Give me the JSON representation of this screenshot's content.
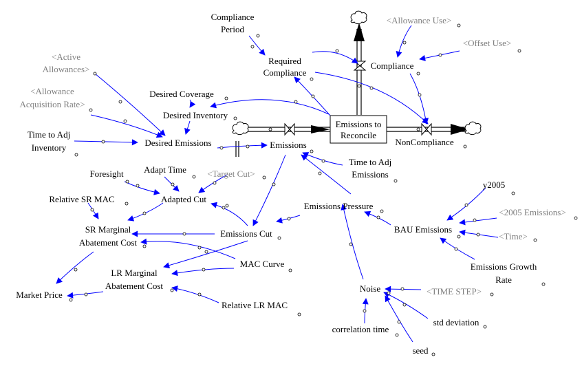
{
  "colors": {
    "arrow": "#0000ff",
    "variable_text": "#000000",
    "shadow_text": "#808080",
    "background": "#ffffff"
  },
  "stock": {
    "line1": "Emissions to",
    "line2": "Reconcile"
  },
  "variables": {
    "compliance_period": [
      "Compliance",
      "Period"
    ],
    "required_compliance": [
      "Required",
      "Compliance"
    ],
    "compliance": "Compliance",
    "noncompliance": "NonCompliance",
    "desired_coverage": "Desired Coverage",
    "desired_inventory": "Desired Inventory",
    "desired_emissions": "Desired Emissions",
    "time_to_adj_inventory": [
      "Time to Adj",
      "Inventory"
    ],
    "emissions": "Emissions",
    "time_to_adj_emissions": [
      "Time to Adj",
      "Emissions"
    ],
    "foresight": "Foresight",
    "adapt_time": "Adapt Time",
    "adapted_cut": "Adapted Cut",
    "relative_sr_mac": "Relative SR MAC",
    "sr_marginal_abatement_cost": [
      "SR Marginal",
      "Abatement Cost"
    ],
    "emissions_cut": "Emissions Cut",
    "emissions_pressure": "Emissions Pressure",
    "bau_emissions": "BAU Emissions",
    "y2005": "y2005",
    "emissions_growth_rate": [
      "Emissions Growth",
      "Rate"
    ],
    "mac_curve": "MAC Curve",
    "lr_marginal_abatement_cost": [
      "LR Marginal",
      "Abatement Cost"
    ],
    "market_price": "Market Price",
    "relative_lr_mac": "Relative LR MAC",
    "noise": "Noise",
    "correlation_time": "correlation time",
    "std_deviation": "std deviation",
    "seed": "seed"
  },
  "shadow_variables": {
    "allowance_use": "<Allowance Use>",
    "offset_use": "<Offset Use>",
    "active_allowances": [
      "<Active",
      "Allowances>"
    ],
    "allowance_acquisition_rate": [
      "<Allowance",
      "Acquisition Rate>"
    ],
    "target_cut": "<Target Cut>",
    "emissions_2005": "<2005 Emissions>",
    "time": "<Time>",
    "time_step": "<TIME STEP>"
  }
}
